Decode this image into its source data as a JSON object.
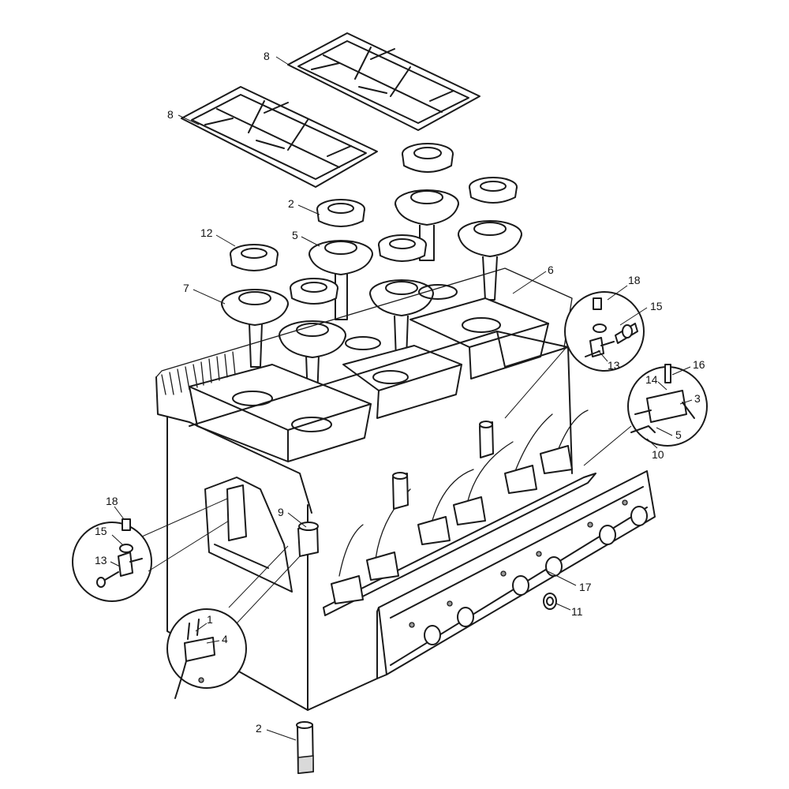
{
  "callouts": [
    {
      "id": "c1",
      "label": "8"
    },
    {
      "id": "c2",
      "label": "8"
    },
    {
      "id": "c3",
      "label": "2"
    },
    {
      "id": "c4",
      "label": "12"
    },
    {
      "id": "c5",
      "label": "5"
    },
    {
      "id": "c6",
      "label": "7"
    },
    {
      "id": "c7",
      "label": "6"
    },
    {
      "id": "c8",
      "label": "18"
    },
    {
      "id": "c9",
      "label": "15"
    },
    {
      "id": "c10",
      "label": "13"
    },
    {
      "id": "c11",
      "label": "16"
    },
    {
      "id": "c12",
      "label": "14"
    },
    {
      "id": "c13",
      "label": "3"
    },
    {
      "id": "c14",
      "label": "5"
    },
    {
      "id": "c15",
      "label": "10"
    },
    {
      "id": "c16",
      "label": "9"
    },
    {
      "id": "c17",
      "label": "18"
    },
    {
      "id": "c18",
      "label": "15"
    },
    {
      "id": "c19",
      "label": "13"
    },
    {
      "id": "c20",
      "label": "17"
    },
    {
      "id": "c21",
      "label": "11"
    },
    {
      "id": "c22",
      "label": "1"
    },
    {
      "id": "c23",
      "label": "4"
    },
    {
      "id": "c24",
      "label": "2"
    }
  ]
}
